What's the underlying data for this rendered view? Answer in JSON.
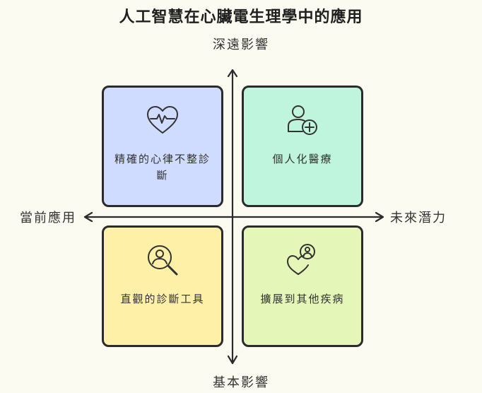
{
  "title": "人工智慧在心臟電生理學中的應用",
  "axes": {
    "top": "深遠影響",
    "bottom": "基本影響",
    "left": "當前應用",
    "right": "未來潛力"
  },
  "quadrants": {
    "top_left": {
      "label": "精確的心律不整診斷",
      "icon": "heart-pulse-icon",
      "color": "#cfdcff"
    },
    "top_right": {
      "label": "個人化醫療",
      "icon": "user-plus-icon",
      "color": "#bff5dd"
    },
    "bottom_left": {
      "label": "直觀的診斷工具",
      "icon": "person-magnifier-icon",
      "color": "#fff0a8"
    },
    "bottom_right": {
      "label": "擴展到其他疾病",
      "icon": "heart-hand-icon",
      "color": "#e4f7b8"
    }
  }
}
